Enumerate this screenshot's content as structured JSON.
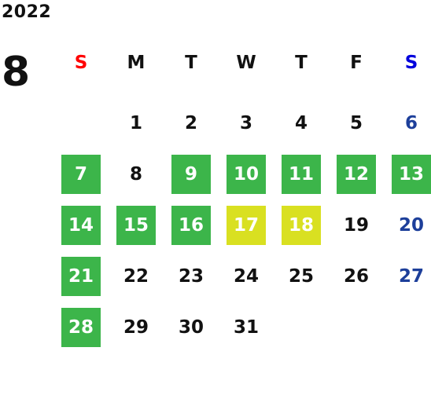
{
  "header": {
    "year": "2022",
    "month": "8"
  },
  "weekdays": [
    "S",
    "M",
    "T",
    "W",
    "T",
    "F",
    "S"
  ],
  "colors": {
    "sunday_header": "#ff0000",
    "saturday_header": "#0000dd",
    "saturday_date": "#1d3f9a",
    "default_date": "#111111",
    "green_highlight": "#3cb54a",
    "yellow_highlight": "#d9e021",
    "highlight_text": "#ffffff"
  },
  "first_weekday_offset": 1,
  "days": [
    {
      "day": "1",
      "status": "none"
    },
    {
      "day": "2",
      "status": "none"
    },
    {
      "day": "3",
      "status": "none"
    },
    {
      "day": "4",
      "status": "none"
    },
    {
      "day": "5",
      "status": "none"
    },
    {
      "day": "6",
      "status": "none"
    },
    {
      "day": "7",
      "status": "green"
    },
    {
      "day": "8",
      "status": "none"
    },
    {
      "day": "9",
      "status": "green"
    },
    {
      "day": "10",
      "status": "green"
    },
    {
      "day": "11",
      "status": "green"
    },
    {
      "day": "12",
      "status": "green"
    },
    {
      "day": "13",
      "status": "green"
    },
    {
      "day": "14",
      "status": "green"
    },
    {
      "day": "15",
      "status": "green"
    },
    {
      "day": "16",
      "status": "green"
    },
    {
      "day": "17",
      "status": "yellow"
    },
    {
      "day": "18",
      "status": "yellow"
    },
    {
      "day": "19",
      "status": "none"
    },
    {
      "day": "20",
      "status": "none"
    },
    {
      "day": "21",
      "status": "green"
    },
    {
      "day": "22",
      "status": "none"
    },
    {
      "day": "23",
      "status": "none"
    },
    {
      "day": "24",
      "status": "none"
    },
    {
      "day": "25",
      "status": "none"
    },
    {
      "day": "26",
      "status": "none"
    },
    {
      "day": "27",
      "status": "none"
    },
    {
      "day": "28",
      "status": "green"
    },
    {
      "day": "29",
      "status": "none"
    },
    {
      "day": "30",
      "status": "none"
    },
    {
      "day": "31",
      "status": "none"
    }
  ]
}
